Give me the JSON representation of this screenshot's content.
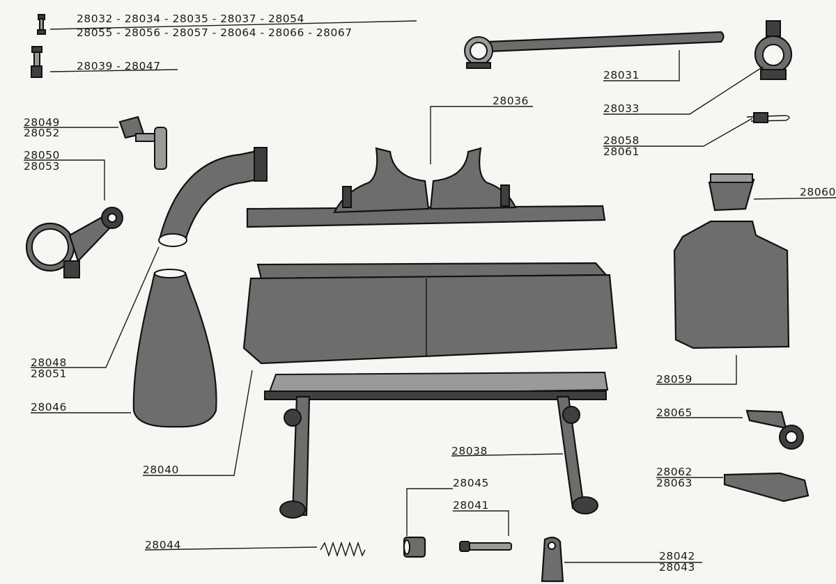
{
  "labels": {
    "l28032_line1": "28032 - 28034 - 28035 - 28037 - 28054",
    "l28032_line2": "28055 - 28056 - 28057 - 28064 - 28066 - 28067",
    "l28039": "28039 - 28047",
    "l28031": "28031",
    "l28033": "28033",
    "l28036": "28036",
    "l28049": "28049",
    "l28052": "28052",
    "l28050": "28050",
    "l28053": "28053",
    "l28058": "28058",
    "l28061": "28061",
    "l28060": "28060",
    "l28048": "28048",
    "l28051": "28051",
    "l28046": "28046",
    "l28059": "28059",
    "l28065": "28065",
    "l28062": "28062",
    "l28063": "28063",
    "l28040": "28040",
    "l28038": "28038",
    "l28045": "28045",
    "l28041": "28041",
    "l28044": "28044",
    "l28042": "28042",
    "l28043": "28043"
  },
  "colors": {
    "paper": "#f6f6f3",
    "ink": "#1a1a1a",
    "part_fill": "#6d6d6d"
  }
}
